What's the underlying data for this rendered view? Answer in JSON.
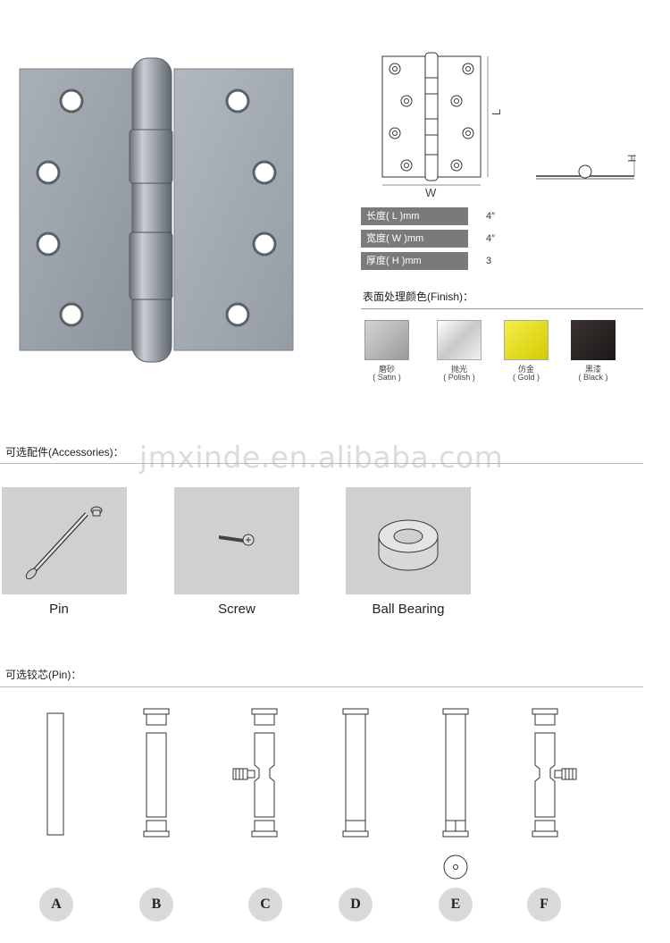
{
  "specs": [
    {
      "label": "长度( L )mm",
      "value": "4″"
    },
    {
      "label": "宽度( W )mm",
      "value": "4″"
    },
    {
      "label": "厚度( H )mm",
      "value": "3"
    }
  ],
  "diagram": {
    "l_label": "L",
    "w_label": "W",
    "h_label": "H"
  },
  "finish": {
    "title": "表面处理颜色(Finish)：",
    "items": [
      {
        "cn": "磨砂",
        "en": "( Satin )",
        "color": "#b8b8b8"
      },
      {
        "cn": "抛光",
        "en": "( Polish )",
        "color": "#e6e6e6"
      },
      {
        "cn": "仿金",
        "en": "( Gold )",
        "color": "#e3dc12"
      },
      {
        "cn": "黑漆",
        "en": "( Black )",
        "color": "#2a2524"
      }
    ]
  },
  "accessories": {
    "title": "可选配件(Accessories)：",
    "items": [
      {
        "label": "Pin"
      },
      {
        "label": "Screw"
      },
      {
        "label": "Ball Bearing"
      }
    ]
  },
  "watermark": "jmxinde.en.alibaba.com",
  "pins": {
    "title": "可选铰芯(Pin)：",
    "letters": [
      "A",
      "B",
      "C",
      "D",
      "E",
      "F"
    ]
  }
}
